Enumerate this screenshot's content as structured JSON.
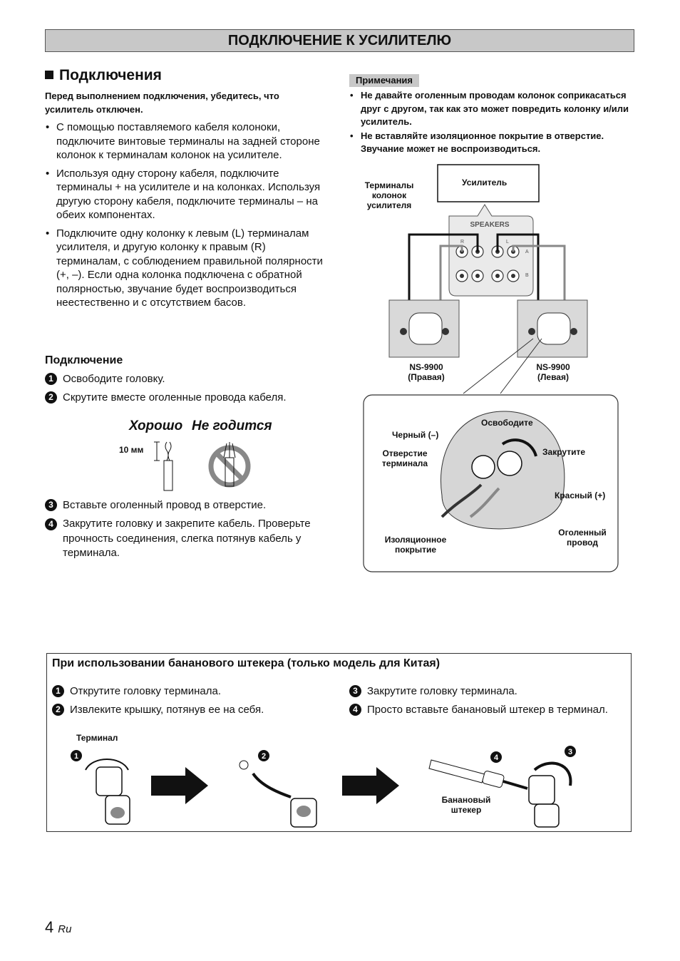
{
  "header": {
    "title": "ПОДКЛЮЧЕНИЕ К УСИЛИТЕЛЮ"
  },
  "connections": {
    "heading": "Подключения",
    "intro": "Перед выполнением подключения, убедитесь, что усилитель отключен.",
    "bullets": [
      "С помощью поставляемого кабеля колоноки, подключите винтовые терминалы на задней стороне колонок к терминалам колонок на усилителе.",
      "Используя одну сторону кабеля, подключите терминалы + на усилителе и на колонках. Используя другую сторону кабеля, подключите терминалы – на обеих компонентах.",
      "Подключите одну колонку к левым (L) терминалам усилителя, и другую колонку к правым (R) терминалам, с соблюдением правильной полярности (+, –). Если одна колонка подключена с обратной полярностью, звучание будет воспроизводиться неестественно и с отсутствием басов."
    ]
  },
  "procedure": {
    "heading": "Подключение",
    "steps": [
      {
        "num": "1",
        "text": "Освободите головку."
      },
      {
        "num": "2",
        "text": "Скрутите вместе оголенные провода кабеля."
      },
      {
        "num": "3",
        "text": "Вставьте оголенный провод в отверстие."
      },
      {
        "num": "4",
        "text": "Закрутите головку и закрепите кабель. Проверьте прочность соединения, слегка потянув кабель у терминала."
      }
    ],
    "good_label": "Хорошо",
    "bad_label": "Не годится",
    "length_label": "10 мм"
  },
  "notes": {
    "tag": "Примечания",
    "items": [
      "Не давайте оголенным проводам колонок соприкасаться друг с другом, так как это может повредить колонку и/или усилитель.",
      "Не вставляйте изоляционное покрытие в отверстие. Звучание может не воспроизводиться."
    ]
  },
  "diagram": {
    "amplifier": "Усилитель",
    "amp_terminals": "Терминалы колонок усилителя",
    "speakers_panel": "SPEAKERS",
    "panel_r": "R",
    "panel_l": "L",
    "panel_a": "A",
    "panel_b": "B",
    "right_model": "NS-9900",
    "right_side": "(Правая)",
    "left_model": "NS-9900",
    "left_side": "(Левая)",
    "loosen": "Освободите",
    "black": "Черный (–)",
    "hole": "Отверстие терминала",
    "tighten": "Закрутите",
    "red": "Красный (+)",
    "insulation": "Изоляционное покрытие",
    "bare_wire": "Оголенный провод"
  },
  "banana": {
    "title": "При использовании бананового штекера (только модель для Китая)",
    "steps": [
      {
        "num": "1",
        "text": "Открутите головку терминала."
      },
      {
        "num": "2",
        "text": "Извлеките крышку, потянув ее на себя."
      },
      {
        "num": "3",
        "text": "Закрутите головку терминала."
      },
      {
        "num": "4",
        "text": "Просто вставьте банановый штекер в терминал."
      }
    ],
    "terminal_label": "Терминал",
    "plug_label": "Банановый штекер"
  },
  "footer": {
    "page": "4",
    "lang": "Ru"
  }
}
